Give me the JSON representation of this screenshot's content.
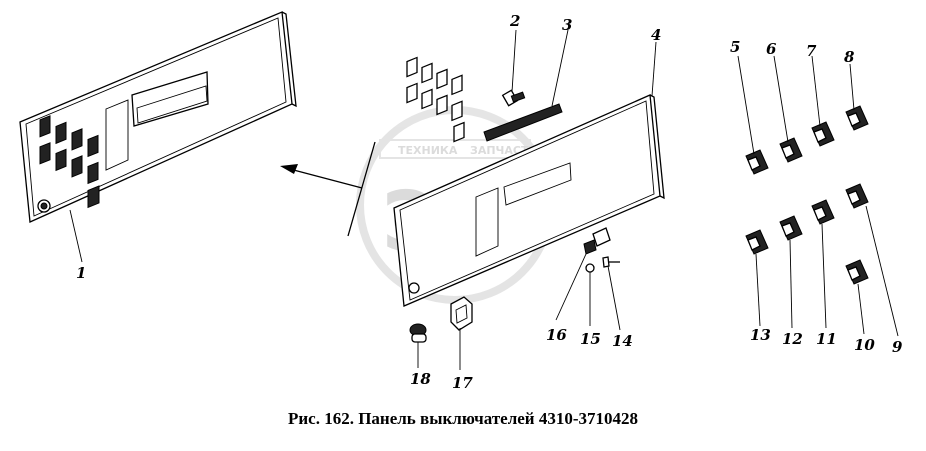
{
  "caption": "Рис. 162. Панель выключателей 4310-3710428",
  "watermark": {
    "line1": "ТЕХНИКА",
    "line2": "ЗАПЧАСТИ",
    "mark": "ЭФ"
  },
  "part_numbers": {
    "p1": "1",
    "p2": "2",
    "p3": "3",
    "p4": "4",
    "p5": "5",
    "p6": "6",
    "p7": "7",
    "p8": "8",
    "p9": "9",
    "p10": "10",
    "p11": "11",
    "p12": "12",
    "p13": "13",
    "p14": "14",
    "p15": "15",
    "p16": "16",
    "p17": "17",
    "p18": "18"
  }
}
